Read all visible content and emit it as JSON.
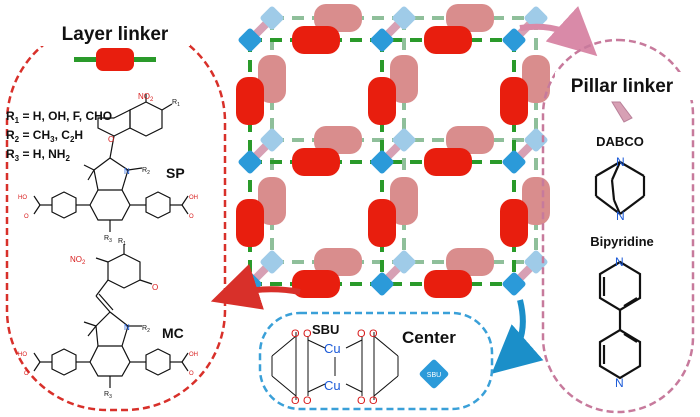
{
  "layer_panel": {
    "title": "Layer linker",
    "substituents": {
      "r1": {
        "name": "R",
        "sub": "1",
        "value": " = H, OH, F, CHO"
      },
      "r2": {
        "name": "R",
        "sub": "2",
        "value": " = CH",
        "value_sub": "3",
        "tail": ", C",
        "tail_sub": "2",
        "tail_end": "H"
      },
      "r3": {
        "name": "R",
        "sub": "3",
        "value": " = H, NH",
        "value_sub": "2"
      }
    },
    "sp_label": "SP",
    "mc_label": "MC",
    "atoms": {
      "no2": "NO",
      "no2_sub": "2",
      "r1": "R",
      "r1_sub": "1",
      "o": "O",
      "n": "N",
      "r2": "R",
      "r2_sub": "2",
      "r3": "R",
      "r3_sub": "3",
      "o_minus": "O",
      "n_plus": "N",
      "oh": "OH",
      "ho": "HO",
      "o_acid": "O"
    }
  },
  "pillar_panel": {
    "title": "Pillar linker",
    "dabco_label": "DABCO",
    "bipyridine_label": "Bipyridine",
    "n_atom": "N"
  },
  "center_panel": {
    "sbu_label": "SBU",
    "center_label": "Center",
    "sbu_icon_text": "SBU",
    "cu_atom": "Cu",
    "o_atom": "O"
  },
  "colors": {
    "layer_border": "#d8302a",
    "pillar_border": "#c77a9c",
    "center_border": "#3aa0d8",
    "red_linker": "#e81e0e",
    "pink_linker": "#d98d8d",
    "green_link": "#2a9a2a",
    "pale_green_link": "#8fbf9a",
    "sbu_blue": "#2b9ad9",
    "sbu_pale": "#9fcbe8",
    "pillar_rod": "#d7a0b4",
    "atom_blue": "#1b5ad8",
    "atom_red": "#d81b1b"
  }
}
